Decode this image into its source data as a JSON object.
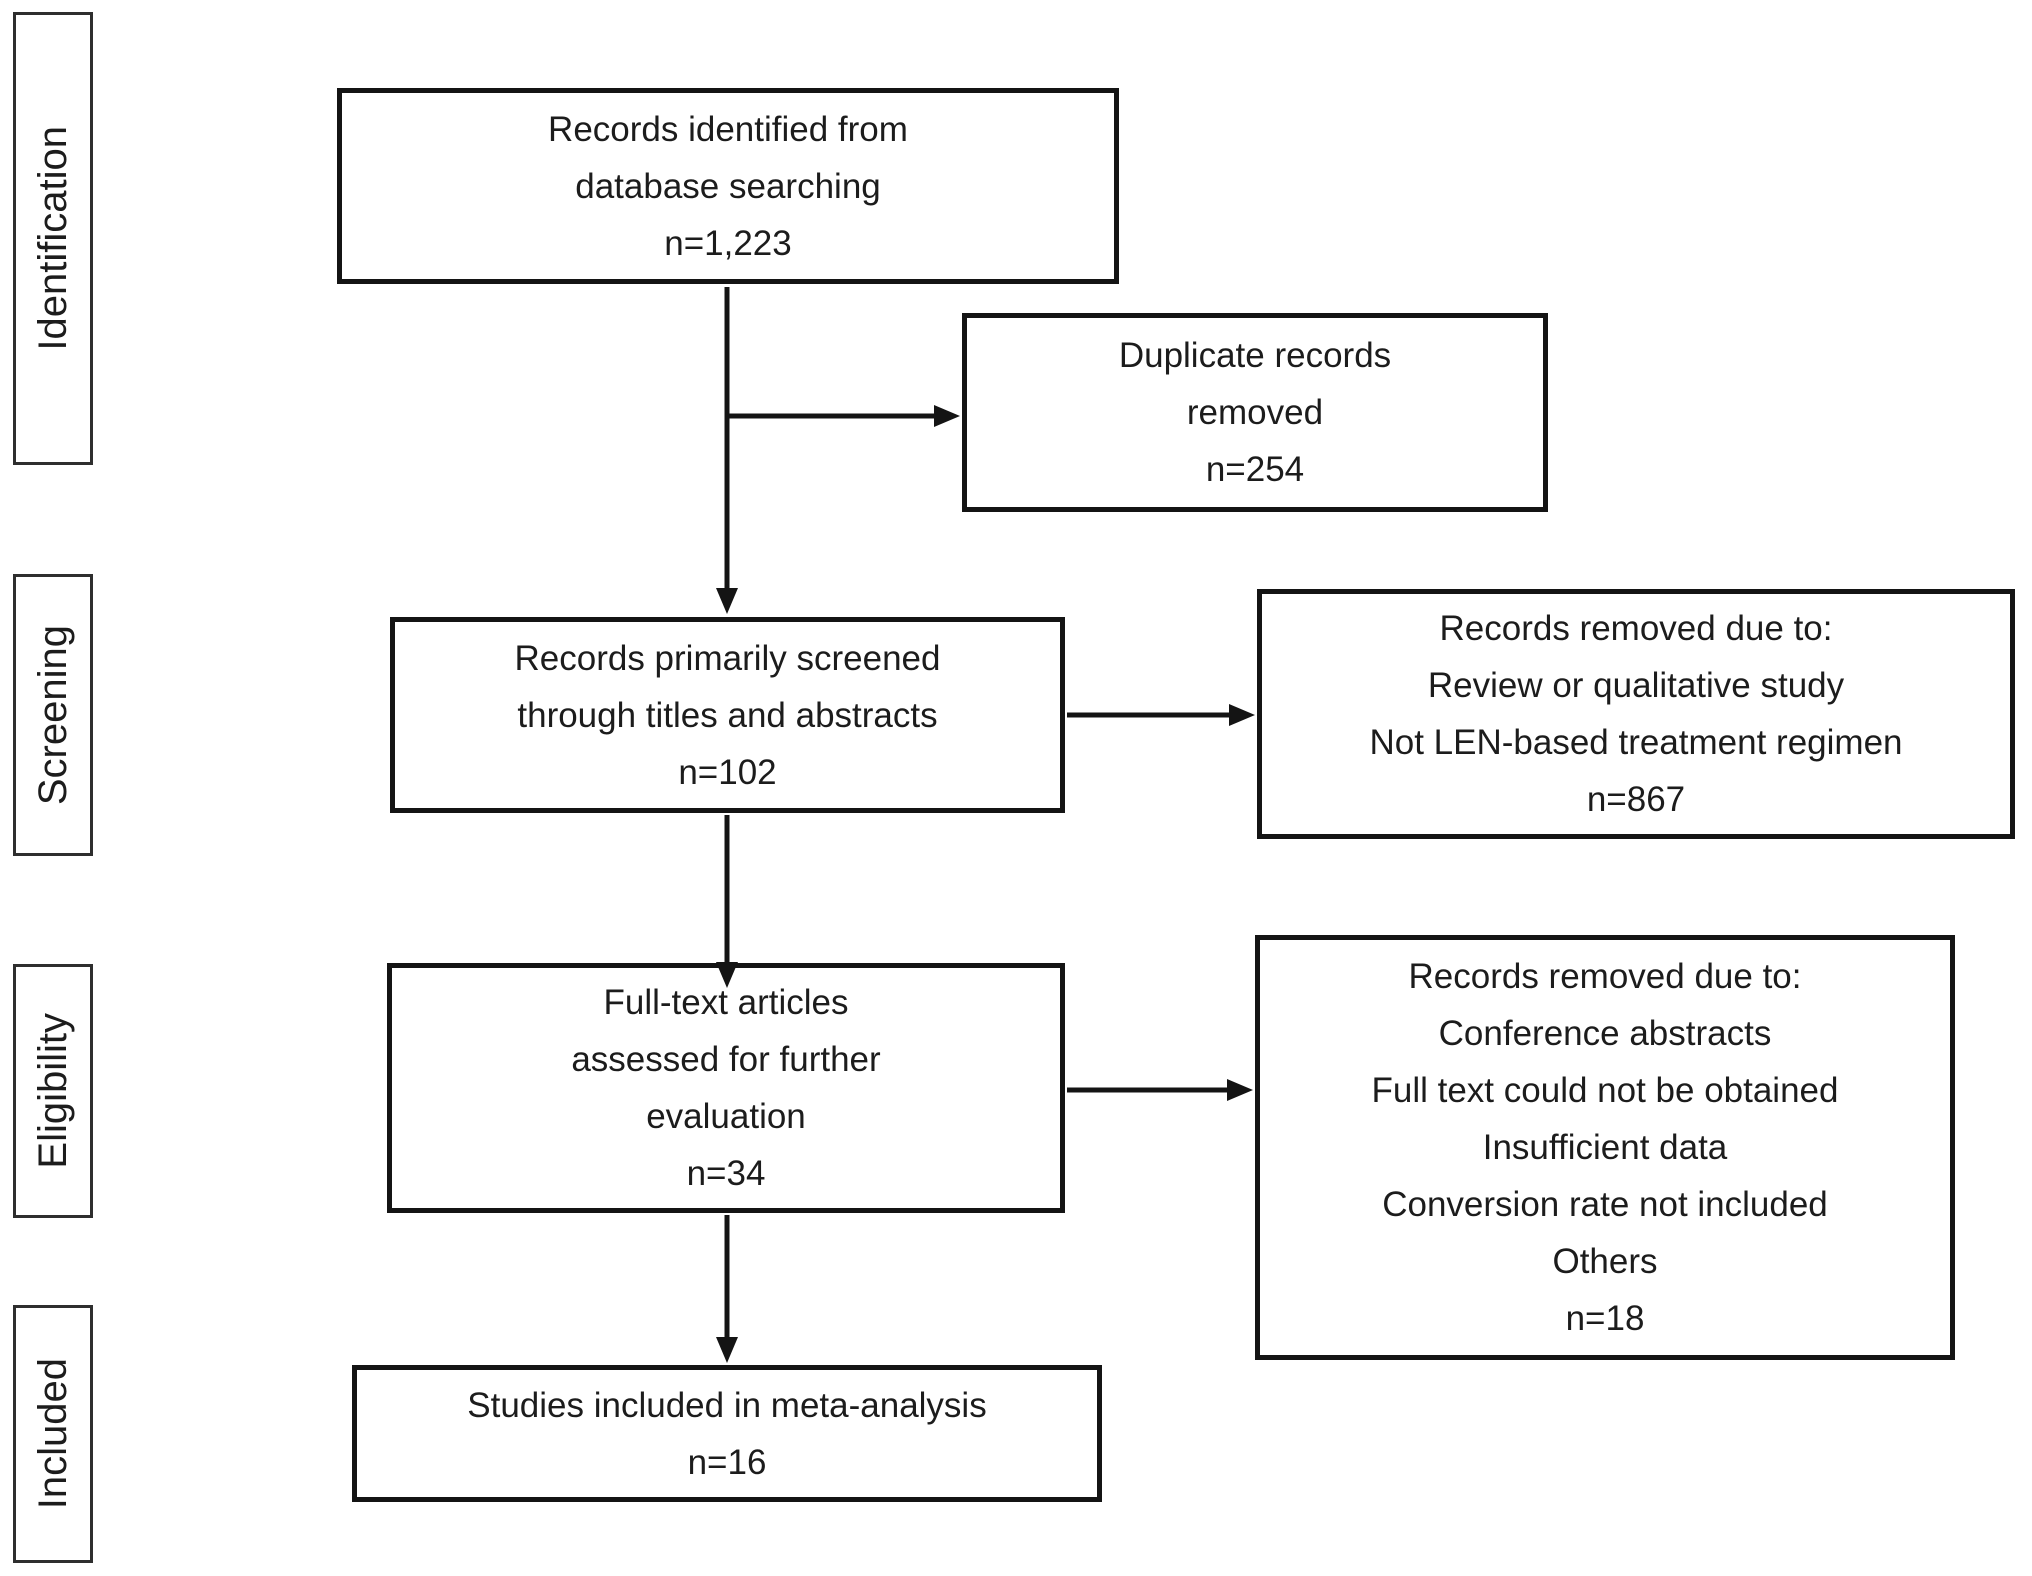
{
  "colors": {
    "box_border": "#141414",
    "sidebar_border": "#2e2e2e",
    "text": "#1c1c1c",
    "background": "#ffffff",
    "arrow": "#141414"
  },
  "sidebar": {
    "items": [
      {
        "label": "Identification"
      },
      {
        "label": "Screening"
      },
      {
        "label": "Eligibility"
      },
      {
        "label": "Included"
      }
    ]
  },
  "boxes": {
    "identified": {
      "lines": [
        "Records identified from",
        "database searching",
        "n=1,223"
      ]
    },
    "duplicates_removed": {
      "lines": [
        "Duplicate records",
        "removed",
        "n=254"
      ]
    },
    "primary_screened": {
      "lines": [
        "Records primarily screened",
        "through titles and abstracts",
        "n=102"
      ]
    },
    "screening_removed": {
      "lines": [
        "Records removed due to:",
        "Review or qualitative study",
        "Not LEN-based treatment regimen",
        "n=867"
      ]
    },
    "fulltext_assessed": {
      "lines": [
        "Full-text articles",
        "assessed for further",
        "evaluation",
        "n=34"
      ]
    },
    "fulltext_removed": {
      "lines": [
        "Records removed due to:",
        "Conference abstracts",
        "Full text could not be obtained",
        "Insufficient data",
        "Conversion rate not included",
        "Others",
        "n=18"
      ]
    },
    "included": {
      "lines": [
        "Studies included in meta-analysis",
        "n=16"
      ]
    }
  }
}
